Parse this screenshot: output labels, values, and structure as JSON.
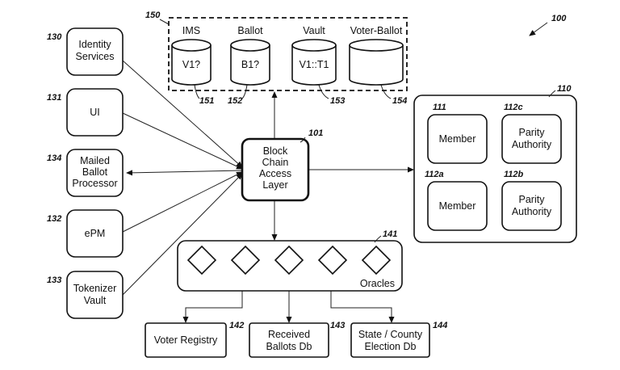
{
  "figure_ref": "100",
  "left_boxes": [
    {
      "id": "identity",
      "lines": [
        "Identity",
        "Services"
      ],
      "ref": "130"
    },
    {
      "id": "ui",
      "lines": [
        "UI"
      ],
      "ref": "131"
    },
    {
      "id": "mailed",
      "lines": [
        "Mailed",
        "Ballot",
        "Processor"
      ],
      "ref": "134"
    },
    {
      "id": "epm",
      "lines": [
        "ePM"
      ],
      "ref": "132"
    },
    {
      "id": "tokenizer",
      "lines": [
        "Tokenizer",
        "Vault"
      ],
      "ref": "133"
    }
  ],
  "storage_group": {
    "ref": "150",
    "items": [
      {
        "title": "IMS",
        "value": "V1?",
        "ref": "151"
      },
      {
        "title": "Ballot",
        "value": "B1?",
        "ref": "152"
      },
      {
        "title": "Vault",
        "value": "V1::T1",
        "ref": "153"
      },
      {
        "title": "Voter-Ballot",
        "value": "",
        "ref": "154"
      }
    ]
  },
  "access_layer": {
    "lines": [
      "Block",
      "Chain",
      "Access",
      "Layer"
    ],
    "ref": "101"
  },
  "member_group": {
    "ref": "110",
    "items": [
      {
        "lines": [
          "Member"
        ],
        "ref": "111"
      },
      {
        "lines": [
          "Parity",
          "Authority"
        ],
        "ref": "112c"
      },
      {
        "lines": [
          "Member"
        ],
        "ref": "112a"
      },
      {
        "lines": [
          "Parity",
          "Authority"
        ],
        "ref": "112b"
      }
    ]
  },
  "oracles": {
    "label": "Oracles",
    "ref": "141",
    "diamond_count": 5
  },
  "bottom_boxes": [
    {
      "id": "voter-registry",
      "lines": [
        "Voter Registry"
      ],
      "ref": "142"
    },
    {
      "id": "received-ballots",
      "lines": [
        "Received",
        "Ballots Db"
      ],
      "ref": "143"
    },
    {
      "id": "state-county",
      "lines": [
        "State / County",
        "Election Db"
      ],
      "ref": "144"
    }
  ]
}
